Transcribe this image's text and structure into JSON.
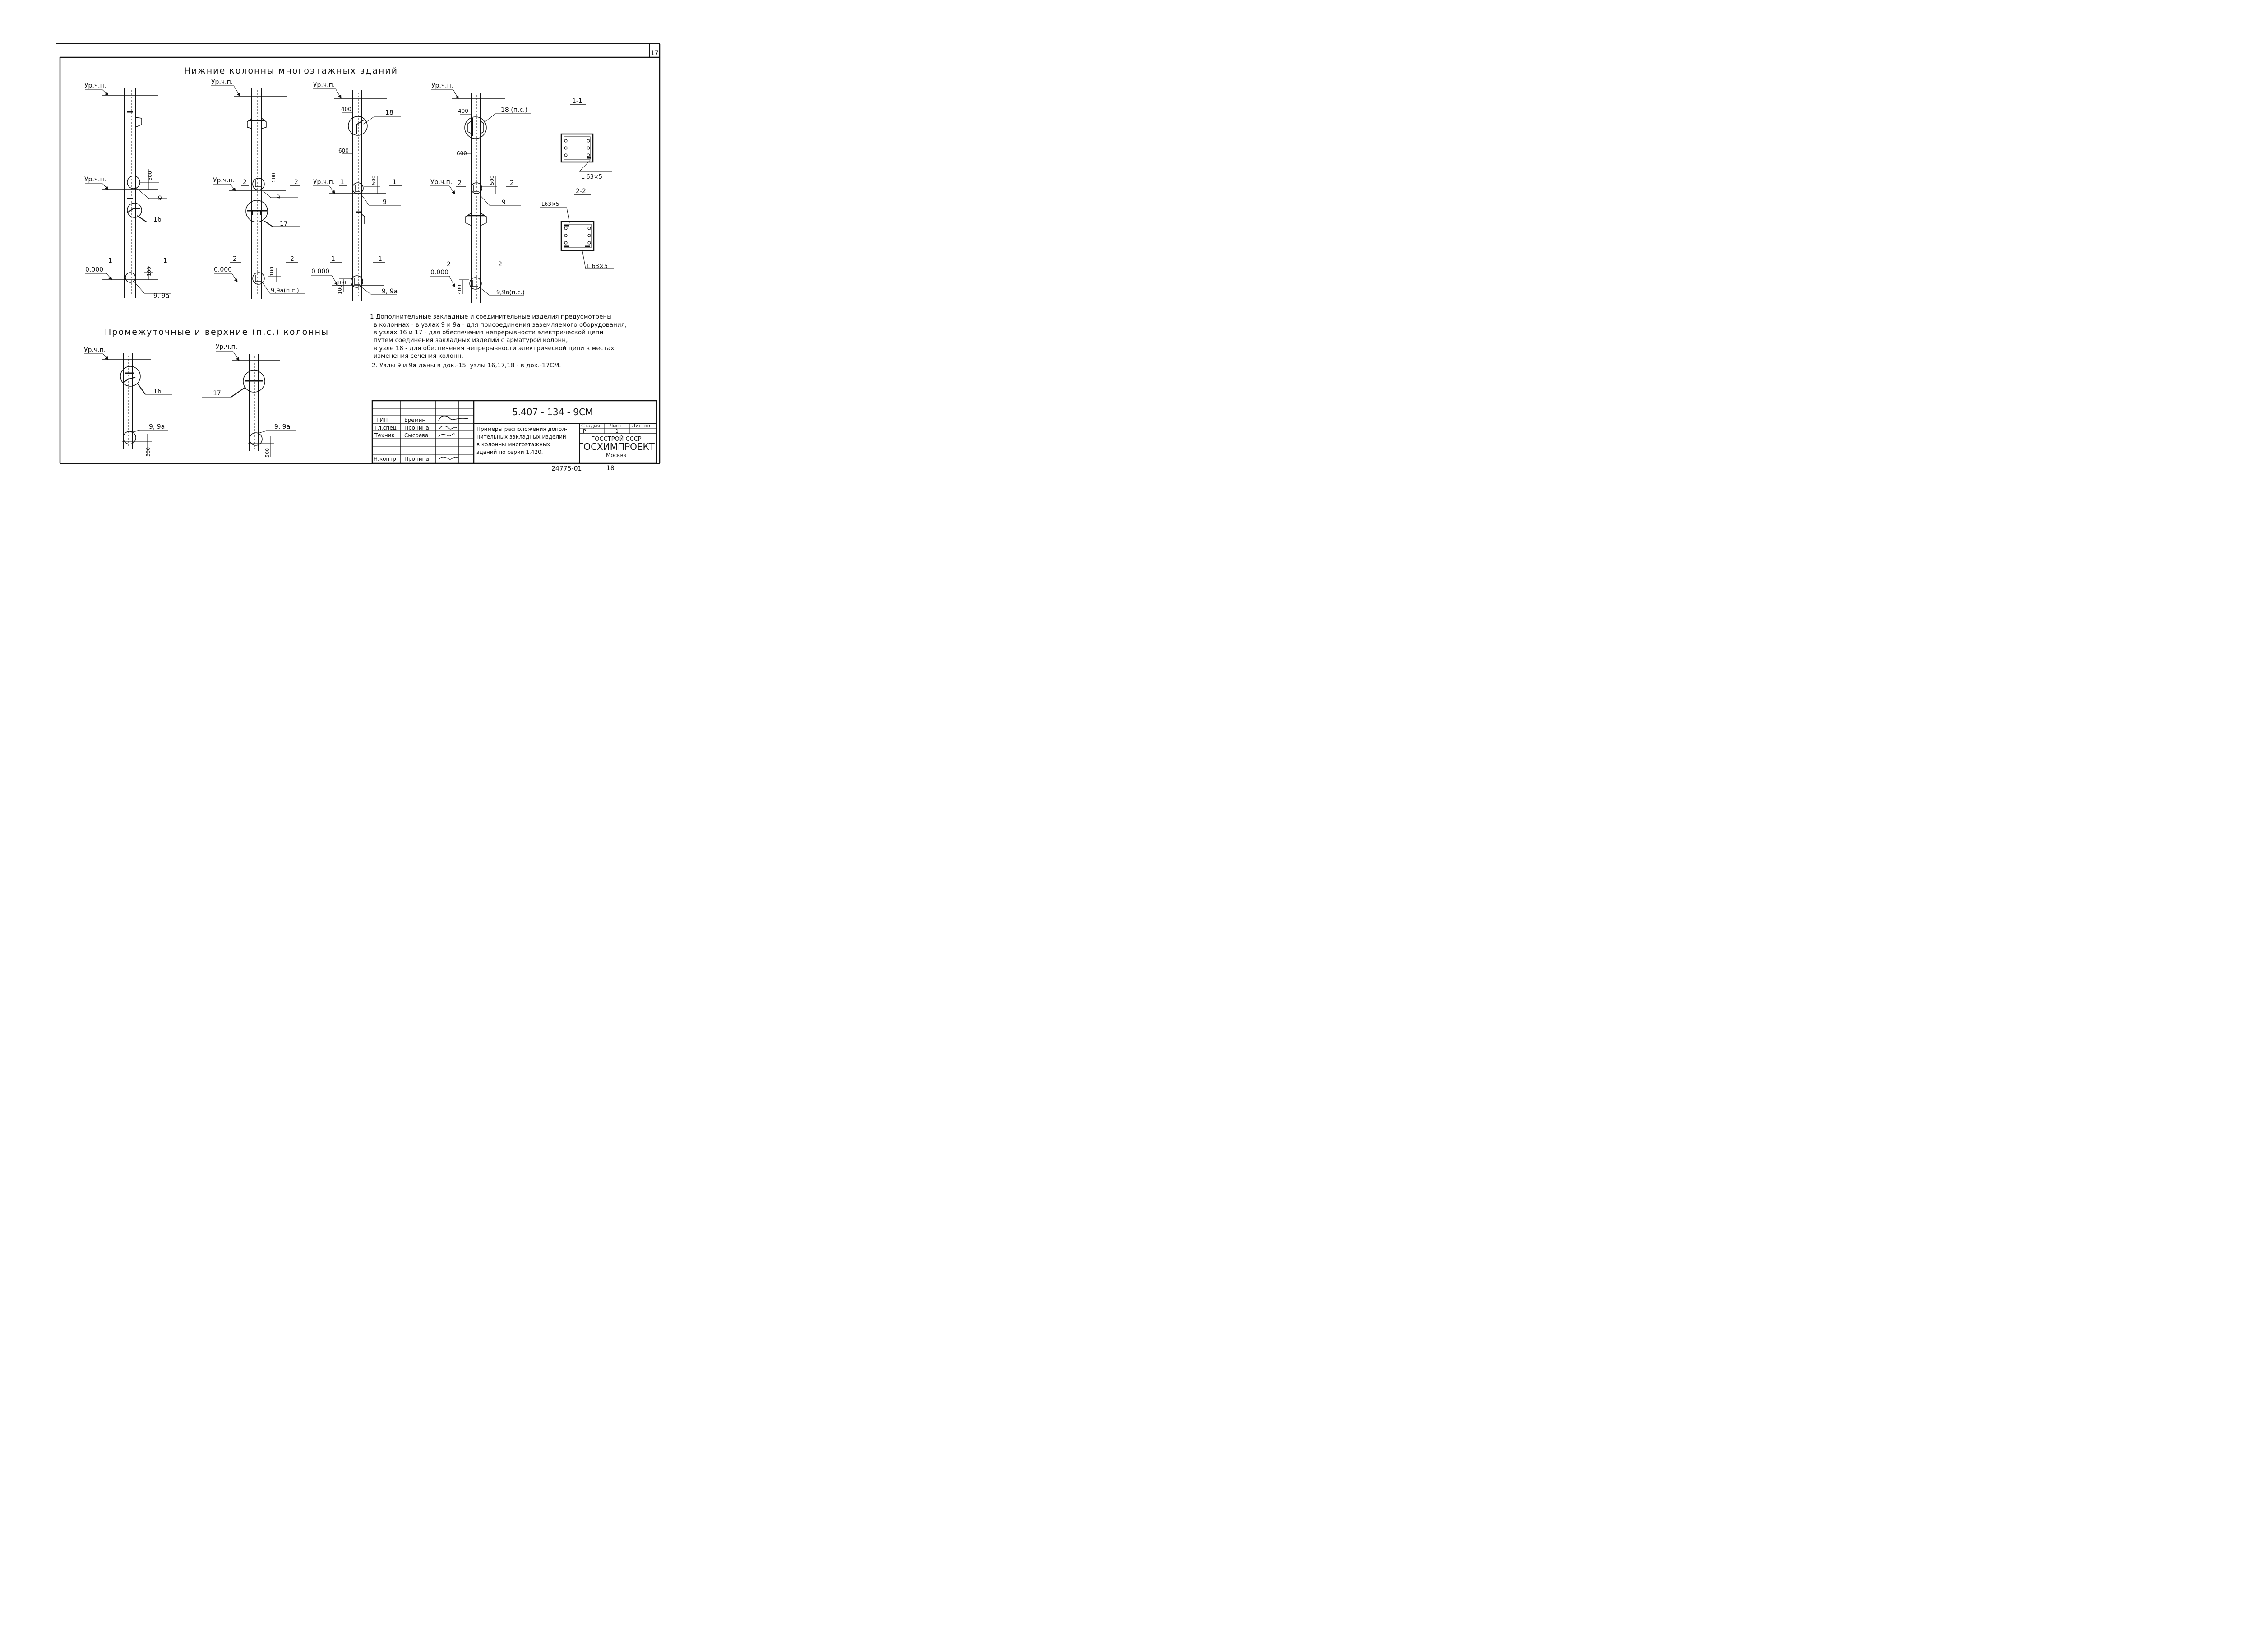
{
  "sheet_number": "17",
  "title_lower": "Нижние колонны многоэтажных зданий",
  "title_upper": "Промежуточные и верхние (п.с.) колонны",
  "labels": {
    "level_floor": "Ур.ч.п.",
    "level_zero": "0.000",
    "dim_100": "100",
    "dim_400": "400",
    "dim_500": "500",
    "dim_600": "600",
    "node_9": "9",
    "node_16": "16",
    "node_17": "17",
    "node_18": "18",
    "node_18ps": "18 (п.с.)",
    "node_9_9a": "9, 9а",
    "node_9_9a_ps": "9,9а(п.с.)",
    "sec1": "1",
    "sec2": "2",
    "section_1_1": "1-1",
    "section_2_2": "2-2",
    "angle": "L 63×5",
    "angle_b": "L63×5"
  },
  "notes": [
    "1 Дополнительные закладные и соединительные изделия предусмотрены",
    "в колоннах - в узлах 9 и 9а - для присоединения заземляемого оборудования,",
    "в узлах 16 и 17 - для обеспечения непрерывности электрической цепи",
    "путем соединения закладных изделий с арматурой колонн,",
    "в узле 18 - для обеспечения непрерывности электрической цепи в местах",
    "изменения сечения колонн.",
    "2. Узлы 9 и 9а даны в док.-15, узлы 16,17,18 - в док.-17СМ."
  ],
  "stamp": {
    "doc_code": "5.407 - 134 - 9СМ",
    "roles": [
      {
        "role": "ГИП",
        "name": "Еремин"
      },
      {
        "role": "Гл.спец",
        "name": "Пронина"
      },
      {
        "role": "Техник",
        "name": "Сысоева"
      },
      {
        "role": "Н.контр",
        "name": "Пронина"
      }
    ],
    "description": [
      "Примеры расположения допол-",
      "нительных закладных изделий",
      "в колонны многоэтажных",
      "зданий по серии 1.420."
    ],
    "stage_header": "Стадия",
    "sheet_header": "Лист",
    "sheets_header": "Листов",
    "stage": "Р",
    "sheet": "1",
    "org1": "ГОССТРОЙ СССР",
    "org2": "ГОСХИМПРОЕКТ",
    "city": "Москва"
  },
  "archive_number": "24775-01",
  "page_number": "18"
}
